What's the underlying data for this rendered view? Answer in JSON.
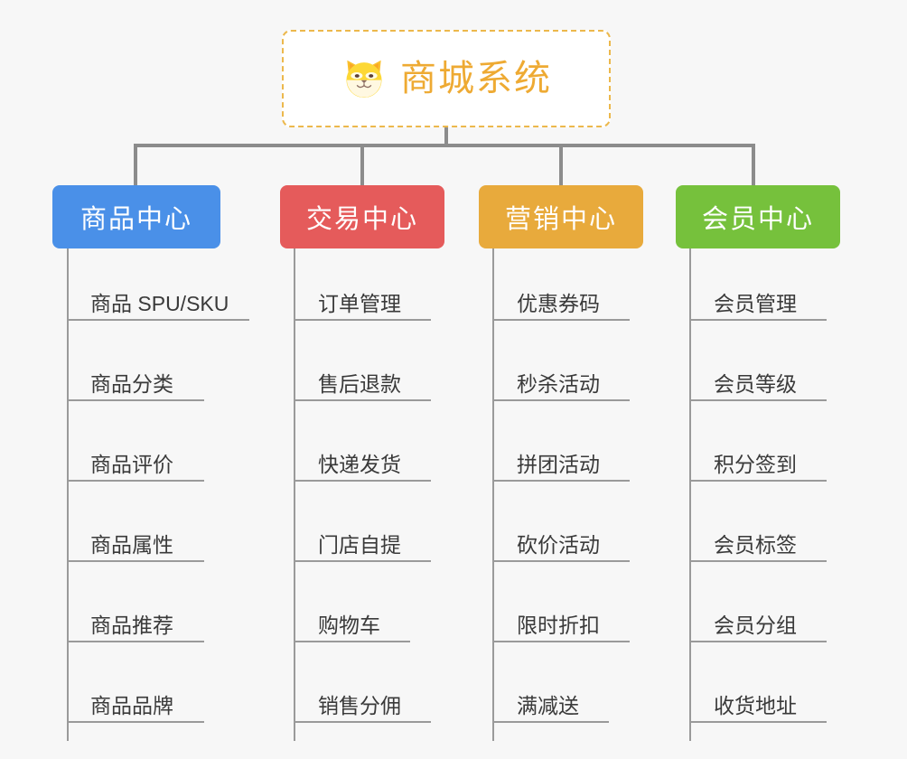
{
  "diagram": {
    "background_color": "#f7f7f7",
    "root": {
      "title": "商城系统",
      "icon": "shiba-dog-face-icon",
      "text_color": "#eeaa33",
      "border_color": "#ecb84c",
      "background_color": "#ffffff"
    },
    "connector_color": "#8c8c8c",
    "leaf_line_color": "#9a9a9a",
    "columns": [
      {
        "title": "商品中心",
        "color": "#4a90e8",
        "items": [
          "商品 SPU/SKU",
          "商品分类",
          "商品评价",
          "商品属性",
          "商品推荐",
          "商品品牌"
        ]
      },
      {
        "title": "交易中心",
        "color": "#e55b5b",
        "items": [
          "订单管理",
          "售后退款",
          "快递发货",
          "门店自提",
          "购物车",
          "销售分佣"
        ]
      },
      {
        "title": "营销中心",
        "color": "#e8aa3c",
        "items": [
          "优惠券码",
          "秒杀活动",
          "拼团活动",
          "砍价活动",
          "限时折扣",
          "满减送"
        ]
      },
      {
        "title": "会员中心",
        "color": "#76c13c",
        "items": [
          "会员管理",
          "会员等级",
          "积分签到",
          "会员标签",
          "会员分组",
          "收货地址"
        ]
      }
    ]
  }
}
